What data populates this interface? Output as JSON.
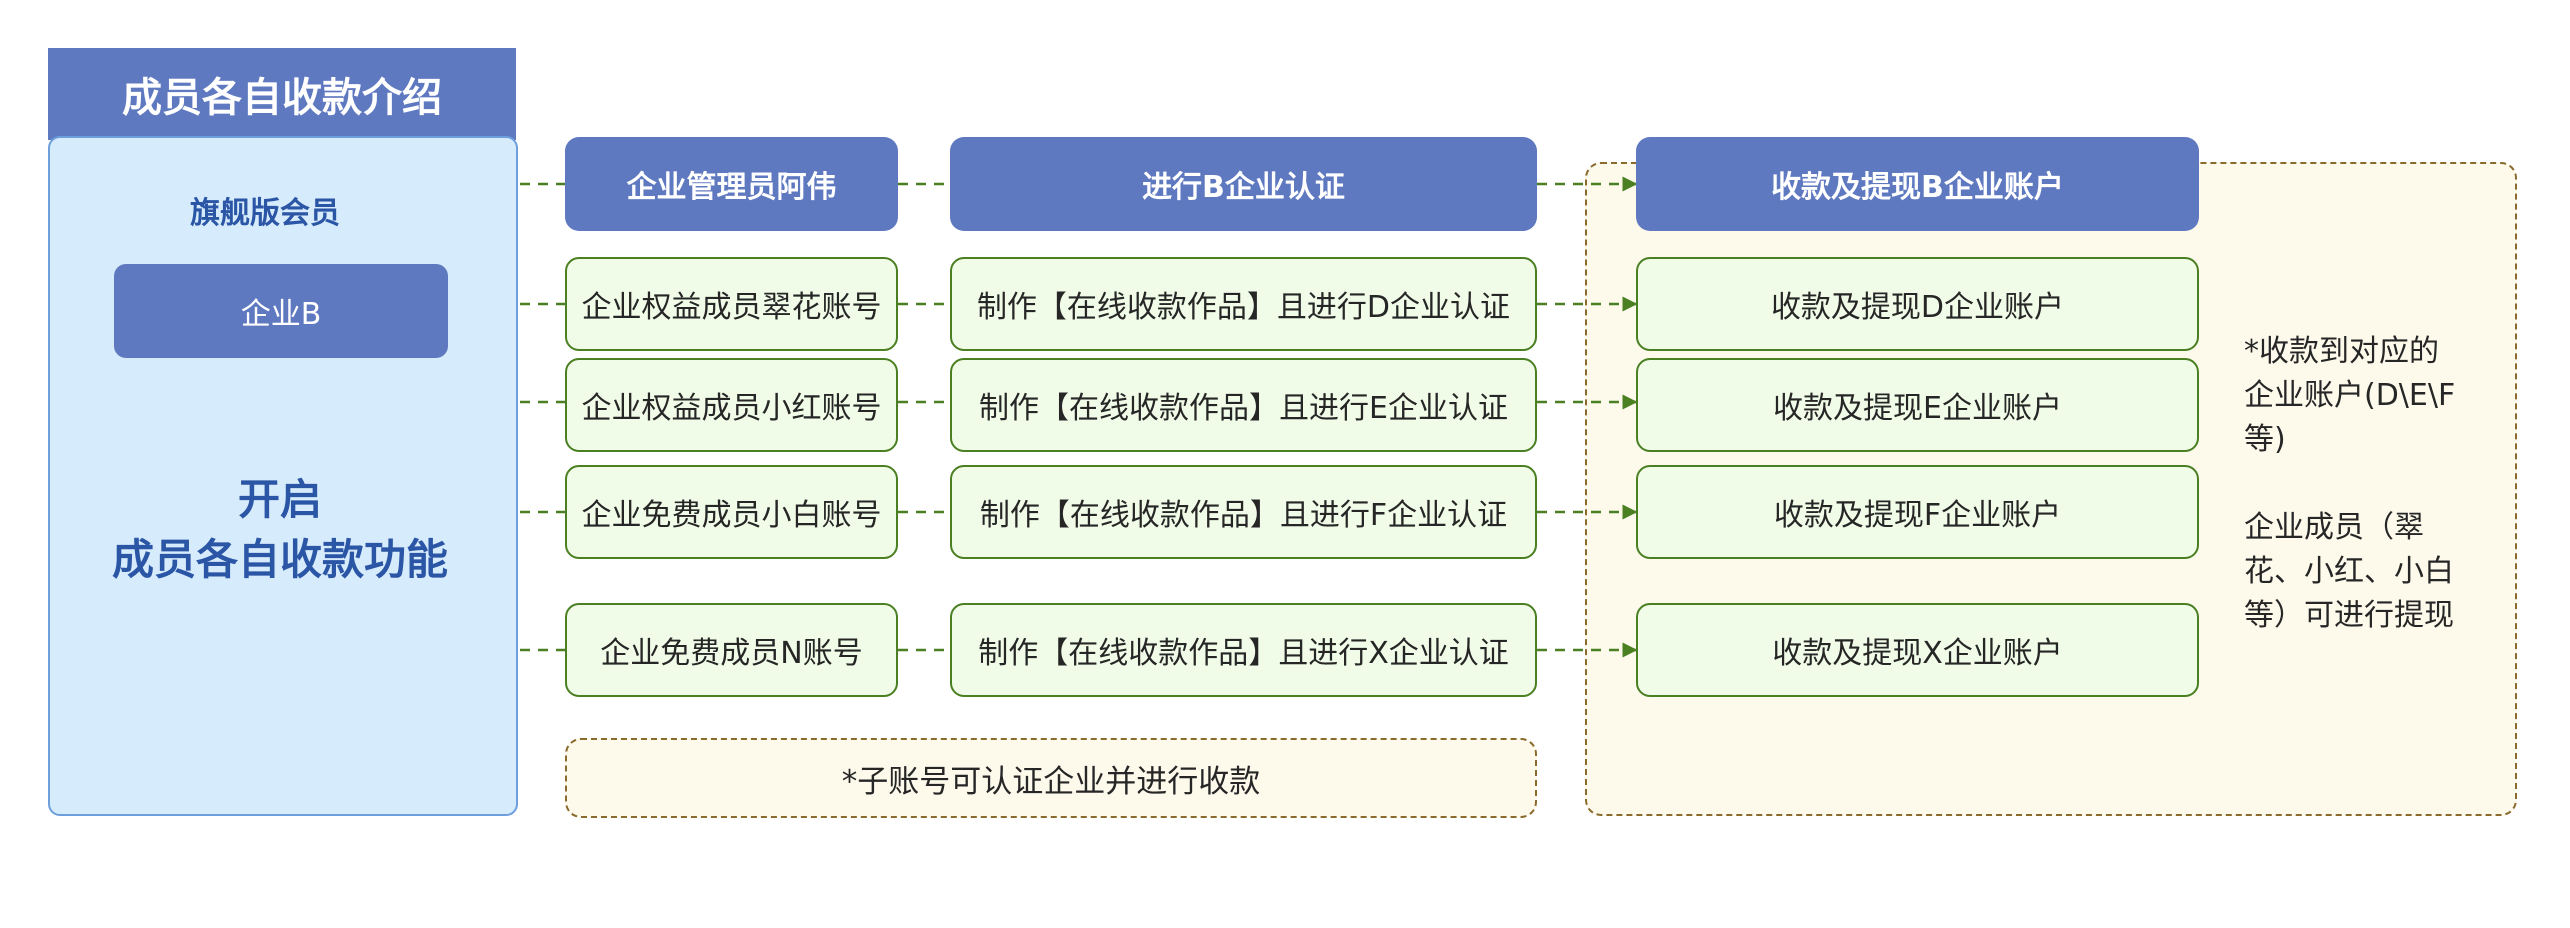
{
  "header": {
    "title": "成员各自收款介绍"
  },
  "left_panel": {
    "membership": "旗舰版会员",
    "company": "企业B",
    "enable_line1": "开启",
    "enable_line2": "成员各自收款功能"
  },
  "rows": [
    {
      "member": "企业管理员阿伟",
      "action": "进行B企业认证",
      "result": "收款及提现B企业账户"
    },
    {
      "member": "企业权益成员翠花账号",
      "action": "制作【在线收款作品】且进行D企业认证",
      "result": "收款及提现D企业账户"
    },
    {
      "member": "企业权益成员小红账号",
      "action": "制作【在线收款作品】且进行E企业认证",
      "result": "收款及提现E企业账户"
    },
    {
      "member": "企业免费成员小白账号",
      "action": "制作【在线收款作品】且进行F企业认证",
      "result": "收款及提现F企业账户"
    },
    {
      "member": "企业免费成员N账号",
      "action": "制作【在线收款作品】且进行X企业认证",
      "result": "收款及提现X企业账户"
    }
  ],
  "notes": {
    "sub_account": "*子账号可认证企业并进行收款",
    "side_line1": "*收款到对应的",
    "side_line2": "企业账户(D\\E\\F",
    "side_line3": "等)",
    "side_line4": "企业成员（翠",
    "side_line5": "花、小红、小白",
    "side_line6": "等）可进行提现"
  },
  "colors": {
    "header_blue": "#5f79c1",
    "panel_blue": "#d6ebfc",
    "text_blue": "#2b56a6",
    "node_green_fill": "#f1fce8",
    "node_green_border": "#4a7f22",
    "note_fill": "#fdfaec",
    "note_border": "#8a6a2d"
  }
}
